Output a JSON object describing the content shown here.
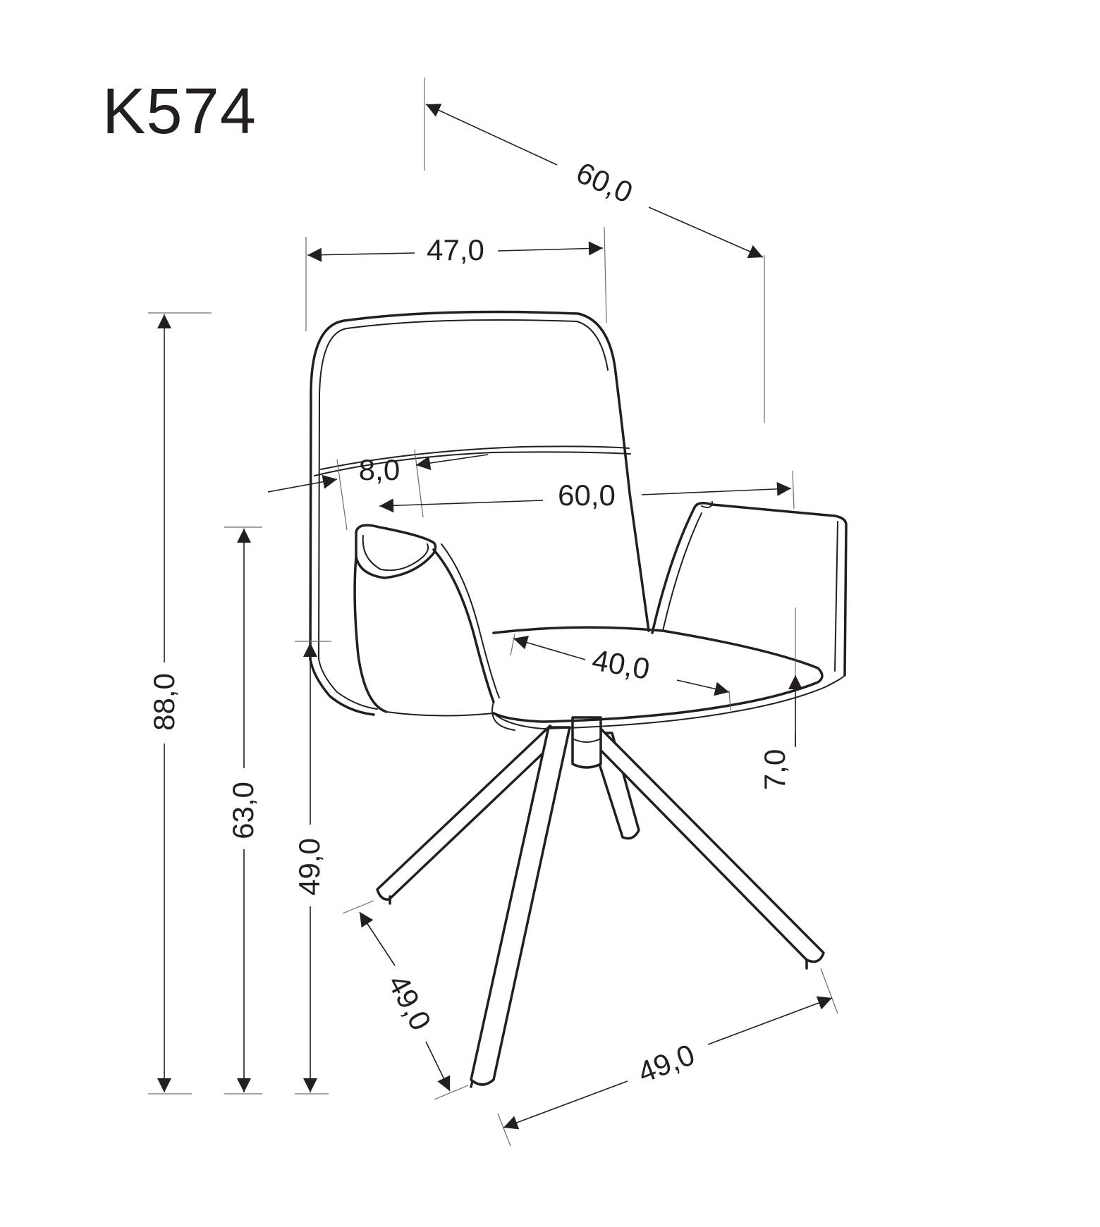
{
  "model": "K574",
  "dimensions": {
    "depth_total": "60,0",
    "backrest_width": "47,0",
    "backrest_thickness": "8,0",
    "width_armrests": "60,0",
    "seat_depth": "40,0",
    "armrest_height_above_seat": "7,0",
    "height_total": "88,0",
    "armrest_height": "63,0",
    "seat_height": "49,0",
    "base_depth": "49,0",
    "base_width": "49,0"
  },
  "colors": {
    "line": "#231f20",
    "background": "#ffffff"
  }
}
